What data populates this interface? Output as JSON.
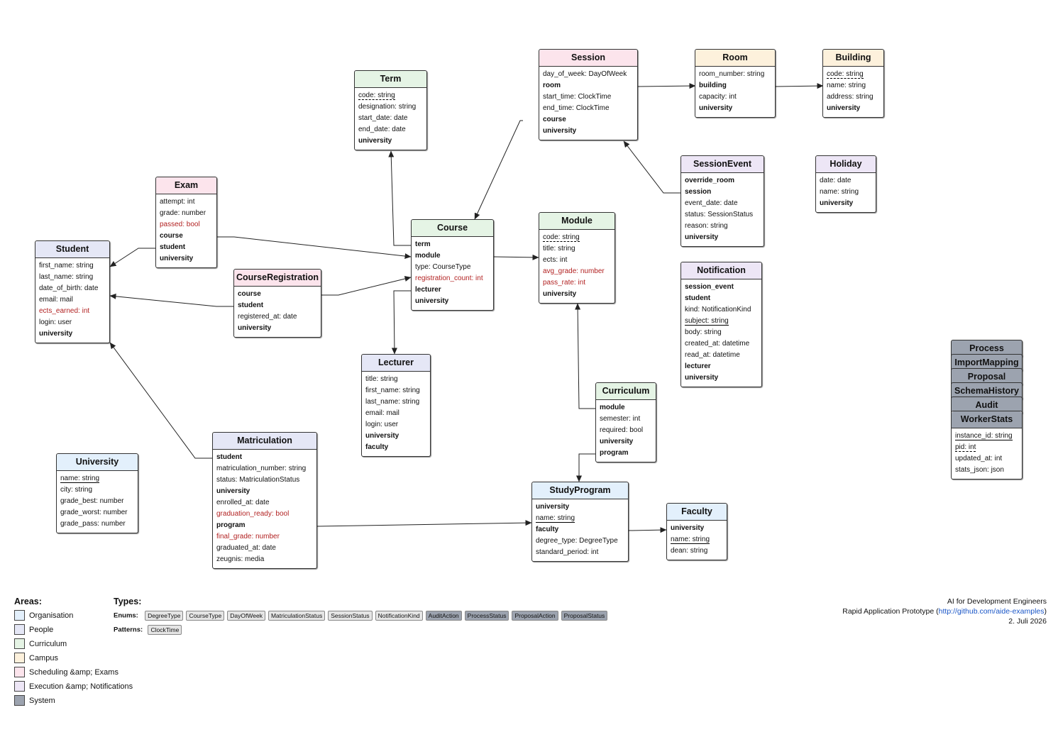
{
  "colors": {
    "organisation": "#e3f0fc",
    "people": "#e5e7f6",
    "curriculum": "#e5f4e5",
    "campus": "#fdf1dc",
    "scheduling": "#fce4ec",
    "execution": "#ede6f6",
    "system": "#9ca3af",
    "computed_field": "#b22222",
    "link": "#1a56c7"
  },
  "entities": {
    "session": {
      "title": "Session",
      "fields": [
        "day_of_week: DayOfWeek",
        "room",
        "start_time: ClockTime",
        "end_time: ClockTime",
        "course",
        "university"
      ]
    },
    "room": {
      "title": "Room",
      "fields": [
        "room_number: string",
        "building",
        "capacity: int",
        "university"
      ]
    },
    "building": {
      "title": "Building",
      "fields": [
        "code: string",
        "name: string",
        "address: string",
        "university"
      ]
    },
    "term": {
      "title": "Term",
      "fields": [
        "code: string",
        "designation: string",
        "start_date: date",
        "end_date: date",
        "university"
      ]
    },
    "exam": {
      "title": "Exam",
      "fields": [
        "attempt: int",
        "grade: number",
        "passed: bool",
        "course",
        "student",
        "university"
      ]
    },
    "session_event": {
      "title": "SessionEvent",
      "fields": [
        "override_room",
        "session",
        "event_date: date",
        "status: SessionStatus",
        "reason: string",
        "university"
      ]
    },
    "holiday": {
      "title": "Holiday",
      "fields": [
        "date: date",
        "name: string",
        "university"
      ]
    },
    "student": {
      "title": "Student",
      "fields": [
        "first_name: string",
        "last_name: string",
        "date_of_birth: date",
        "email: mail",
        "ects_earned: int",
        "login: user",
        "university"
      ]
    },
    "course": {
      "title": "Course",
      "fields": [
        "term",
        "module",
        "type: CourseType",
        "registration_count: int",
        "lecturer",
        "university"
      ]
    },
    "module": {
      "title": "Module",
      "fields": [
        "code: string",
        "title: string",
        "ects: int",
        "avg_grade: number",
        "pass_rate: int",
        "university"
      ]
    },
    "course_registration": {
      "title": "CourseRegistration",
      "fields": [
        "course",
        "student",
        "registered_at: date",
        "university"
      ]
    },
    "notification": {
      "title": "Notification",
      "fields": [
        "session_event",
        "student",
        "kind: NotificationKind",
        "subject: string",
        "body: string",
        "created_at: datetime",
        "read_at: datetime",
        "lecturer",
        "university"
      ]
    },
    "lecturer": {
      "title": "Lecturer",
      "fields": [
        "title: string",
        "first_name: string",
        "last_name: string",
        "email: mail",
        "login: user",
        "university",
        "faculty"
      ]
    },
    "curriculum": {
      "title": "Curriculum",
      "fields": [
        "module",
        "semester: int",
        "required: bool",
        "university",
        "program"
      ]
    },
    "matriculation": {
      "title": "Matriculation",
      "fields": [
        "student",
        "matriculation_number: string",
        "status: MatriculationStatus",
        "university",
        "enrolled_at: date",
        "graduation_ready: bool",
        "program",
        "final_grade: number",
        "graduated_at: date",
        "zeugnis: media"
      ]
    },
    "university": {
      "title": "University",
      "fields": [
        "name: string",
        "city: string",
        "grade_best: number",
        "grade_worst: number",
        "grade_pass: number"
      ]
    },
    "study_program": {
      "title": "StudyProgram",
      "fields": [
        "university",
        "name: string",
        "faculty",
        "degree_type: DegreeType",
        "standard_period: int"
      ]
    },
    "faculty": {
      "title": "Faculty",
      "fields": [
        "university",
        "name: string",
        "dean: string"
      ]
    },
    "worker_stats": {
      "title": "WorkerStats",
      "fields": [
        "instance_id: string",
        "pid: int",
        "updated_at: int",
        "stats_json: json"
      ]
    }
  },
  "system_stack": [
    "Process",
    "ImportMapping",
    "Proposal",
    "SchemaHistory",
    "Audit"
  ],
  "legend": {
    "areas_title": "Areas:",
    "areas": [
      {
        "label": "Organisation",
        "color": "#e3f0fc"
      },
      {
        "label": "People",
        "color": "#e5e7f6"
      },
      {
        "label": "Curriculum",
        "color": "#e5f4e5"
      },
      {
        "label": "Campus",
        "color": "#fdf1dc"
      },
      {
        "label": "Scheduling &amp; Exams",
        "color": "#fce4ec"
      },
      {
        "label": "Execution &amp; Notifications",
        "color": "#ede6f6"
      },
      {
        "label": "System",
        "color": "#9ca3af"
      }
    ],
    "types_title": "Types:",
    "enums_label": "Enums:",
    "enums": [
      {
        "label": "DegreeType",
        "system": false
      },
      {
        "label": "CourseType",
        "system": false
      },
      {
        "label": "DayOfWeek",
        "system": false
      },
      {
        "label": "MatriculationStatus",
        "system": false
      },
      {
        "label": "SessionStatus",
        "system": false
      },
      {
        "label": "NotificationKind",
        "system": false
      },
      {
        "label": "AuditAction",
        "system": true
      },
      {
        "label": "ProcessStatus",
        "system": true
      },
      {
        "label": "ProposalAction",
        "system": true
      },
      {
        "label": "ProposalStatus",
        "system": true
      }
    ],
    "patterns_label": "Patterns:",
    "patterns": [
      "ClockTime"
    ]
  },
  "footer": {
    "line1": "AI for Development Engineers",
    "line2_prefix": "Rapid Application Prototype (",
    "line2_link": "http://github.com/aide-examples",
    "line2_suffix": ")",
    "date": "2. Juli 2026"
  }
}
